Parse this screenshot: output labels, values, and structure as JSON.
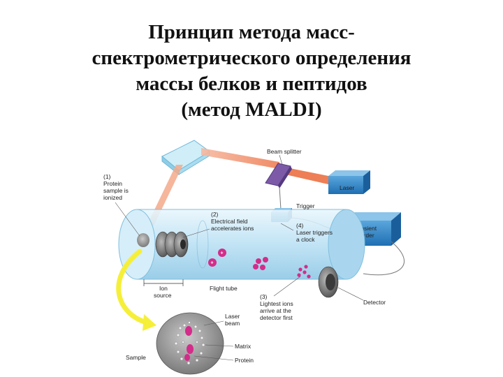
{
  "title_lines": [
    "Принцип метода масс-",
    "спектрометрического определения",
    "массы белков и пептидов",
    "(метод MALDI)"
  ],
  "labels": {
    "beam_splitter": "Beam splitter",
    "laser": "Laser",
    "trigger": "Trigger",
    "transient_recorder_1": "Transient",
    "transient_recorder_2": "recorder",
    "step1_num": "(1)",
    "step1_l1": "Protein",
    "step1_l2": "sample is",
    "step1_l3": "ionized",
    "step2_num": "(2)",
    "step2_l1": "Electrical field",
    "step2_l2": "accelerates ions",
    "step4_num": "(4)",
    "step4_l1": "Laser triggers",
    "step4_l2": "a clock",
    "ion_source_1": "Ion",
    "ion_source_2": "source",
    "flight_tube": "Flight tube",
    "step3_num": "(3)",
    "step3_l1": "Lightest ions",
    "step3_l2": "arrive at the",
    "step3_l3": "detector first",
    "detector": "Detector",
    "laser_beam_1": "Laser",
    "laser_beam_2": "beam",
    "matrix": "Matrix",
    "protein": "Protein",
    "sample": "Sample",
    "ion_sign": "+"
  },
  "colors": {
    "tube": "#bfe3f5",
    "laser_beam": "#f08f6a",
    "ions": "#d42c8a",
    "prism": "#a9dcef",
    "splitter": "#7d5aa8",
    "yellow_arrow": "#f5ef3a",
    "device": "#2f86c8"
  }
}
